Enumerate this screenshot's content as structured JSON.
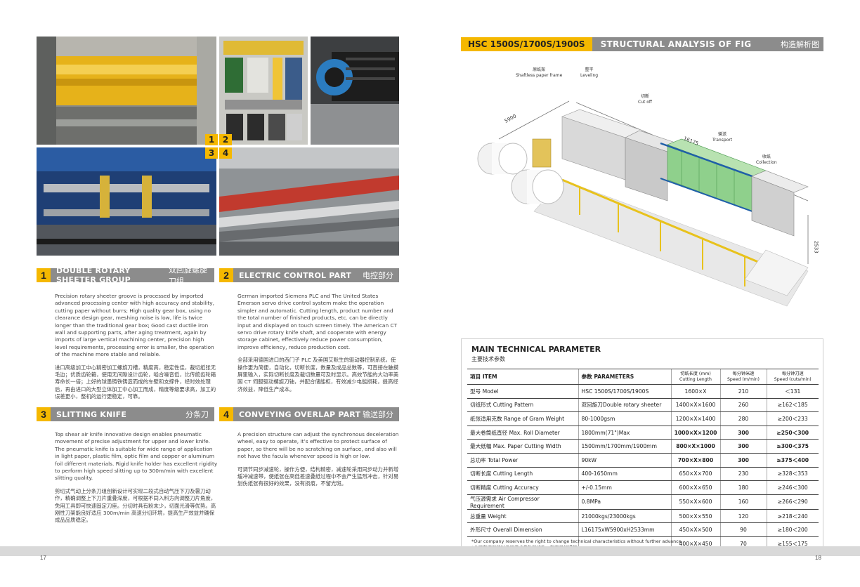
{
  "pages": {
    "left_number": "17",
    "right_number": "18"
  },
  "photos": {
    "badges": [
      "1",
      "2",
      "3",
      "4"
    ]
  },
  "sections": [
    {
      "number": "1",
      "title": "DOUBLE ROTARY SHEETER GROUP",
      "title_cn": "双回旋螺旋刀组",
      "en": "Precision rotary sheeter groove is processed by imported advanced processing center with high accuracy and stability, cutting paper without burrs; High quality gear box, using no clearance design gear, meshing noise is low, life is twice longer than the traditional gear box; Good cast ductile iron wall and supporting parts, after aging treatment, again by imports of large vertical machining center, precision high level requirements, processing error is smaller, the operation of the machine more stable and reliable.",
      "cn": "进口高级加工中心精密加工螺旋刀槽，精度高，稳定性佳，裁切纸张无毛边；优质齿轮箱，使用无间隙设计齿轮，啮合噪音低，比传统齿轮箱寿命长一倍；上好的球墨铸铁铸造而成的车壁和支撑件，经时效处理后，再由进口的大型立体加工中心加工而成，精度等级要求高，加工的误差更小，整机的运行更稳定，可靠。"
    },
    {
      "number": "2",
      "title": "ELECTRIC CONTROL PART",
      "title_cn": "电控部分",
      "en": "German imported Siemens PLC and The United States Emerson servo drive control system make the operation simpler and automatic. Cutting length, product number and the total number of finished products, etc. can be directly input and displayed on touch screen timely. The American CT servo drive rotary knife shaft, and cooperate with energy storage cabinet, effectively reduce power consumption, improve efficiency, reduce production cost.",
      "cn": "全部采用德国进口的西门子 PLC 及美国艾默生的驱动器控制系统，使操作更为简便，自动化，切断长度，数量及成品总数等，可直接在触摸屏里输入，实际切断长度及裁切数量可及时显示。高效节能的大功率美国 CT 伺服驱动螺旋刀轴，并配合储能柜，有效减少电能损耗，提高经济效益，降低生产成本。"
    },
    {
      "number": "3",
      "title": "SLITTING KNIFE",
      "title_cn": "分条刀",
      "en": "Top shear air knife innovative design enables pneumatic movement of precise adjustment for upper and lower knife. The pneumatic knife is suitable for wide range of application in light paper, plastic film, optic film and copper or aluminum foil different materials. Rigid knife holder has excellent rigidity to perform high speed slitting up to 300m/min with excellent slitting quality.",
      "cn": "剪切式气动上分条刀组创新设计可实现二段式自动气压下刀及暑刀动作，精确调整上下刀片重叠深度，可根据不同入料方向调整刀片角度，免用工具即可快速固定刀座。分切时具有粉末少，切面光滑等优势。高刚性刀架能良好适应 300m/min 高速分切环境，提高生产效益并确保成品品质稳定。"
    },
    {
      "number": "4",
      "title": "CONVEYING OVERLAP PART",
      "title_cn": "输送部分",
      "en": "A precision structure can adjust the synchronous deceleration wheel, easy to operate, it’s effective to protect surface of paper, so there will be no scratching on surface, and also will not have the facula whenever speed is high or low.",
      "cn": "可调节同步减速轮，操作方便，结构精密，减速轮采用同步动力并新增缓冲减速带，使纸张在高低差速叠纸过程中不会产生猛烈冲击，针对易划伤纸张有很好的效果，没有损痕，不留光斑。"
    }
  ],
  "structure": {
    "model": "HSC 1500S/1700S/1900S",
    "title": "STRUCTURAL ANALYSIS OF FIG",
    "title_cn": "构造解析图",
    "callouts": [
      {
        "cn": "原纸架",
        "en": "Shaftless paper frame"
      },
      {
        "cn": "整平",
        "en": "Leveling"
      },
      {
        "cn": "切断",
        "en": "Cut off"
      },
      {
        "cn": "输送",
        "en": "Transport"
      },
      {
        "cn": "收纸",
        "en": "Collection"
      }
    ],
    "dimensions": [
      "5900",
      "16175",
      "2533"
    ]
  },
  "parameters": {
    "title": "MAIN TECHNICAL PARAMETER",
    "title_cn": "主要技术参数",
    "headers": {
      "item": "项目  ITEM",
      "params": "参数  PARAMETERS",
      "cut_len_cn": "切纸长度 (mm)",
      "cut_len_en": "Cutting Length",
      "speed_m_cn": "每分钟米速",
      "speed_m_en": "Speed (m/min)",
      "speed_c_cn": "每分钟刀速",
      "speed_c_en": "Speed (cuts/min)"
    },
    "rows": [
      {
        "item": "型号  Model",
        "value": "HSC 1500S/1700S/1900S",
        "len": "1600×X",
        "spd": "210",
        "cuts": "＜131",
        "bold": false
      },
      {
        "item": "切纸形式  Cutting Pattern",
        "value": "双回旋刀Double rotary sheeter",
        "len": "1400×X×1600",
        "spd": "260",
        "cuts": "≥162＜185",
        "bold": false
      },
      {
        "item": "纸张适用克数  Range of Gram Weight",
        "value": "80-1000gsm",
        "len": "1200×X×1400",
        "spd": "280",
        "cuts": "≥200＜233",
        "bold": false
      },
      {
        "item": "最大卷筒纸直径  Max. Roll Diameter",
        "value": "1800mm(71\")Max",
        "len": "1000×X×1200",
        "spd": "300",
        "cuts": "≥250＜300",
        "bold": true
      },
      {
        "item": "最大纸幅  Max. Paper Cutting Width",
        "value": "1500mm/1700mm/1900mm",
        "len": "800×X×1000",
        "spd": "300",
        "cuts": "≥300＜375",
        "bold": true
      },
      {
        "item": "总功率  Total Power",
        "value": "90kW",
        "len": "700×X×800",
        "spd": "300",
        "cuts": "≥375＜400",
        "bold": true
      },
      {
        "item": "切断长度  Cutting Length",
        "value": "400-1650mm",
        "len": "650×X×700",
        "spd": "230",
        "cuts": "≥328＜353",
        "bold": false
      },
      {
        "item": "切断精度  Cutting Accuracy",
        "value": "+/-0.15mm",
        "len": "600×X×650",
        "spd": "180",
        "cuts": "≥246＜300",
        "bold": false
      },
      {
        "item": "气压源需求  Air Compressor Requirement",
        "value": "0.8MPa",
        "len": "550×X×600",
        "spd": "160",
        "cuts": "≥266＜290",
        "bold": false
      },
      {
        "item": "总重量  Weight",
        "value": "21000kgs/23000kgs",
        "len": "500×X×550",
        "spd": "120",
        "cuts": "≥218＜240",
        "bold": false
      },
      {
        "item": "外形尺寸  Overall Dimension",
        "value": "L16175xW5900xH2533mm",
        "len": "450×X×500",
        "spd": "90",
        "cuts": "≥180＜200",
        "bold": false
      },
      {
        "item": "",
        "value": "",
        "len": "400×X×450",
        "spd": "70",
        "cuts": "≥155＜175",
        "bold": false
      }
    ],
    "note_en": "*Our company reserves the right to change technical characteristics without further advance.",
    "note_cn": "*公司有权保留对机器技术参数的修改，恕不另行通知。"
  },
  "colors": {
    "accent": "#f5b800",
    "bar_gray": "#8c8c8c",
    "frame_blue": "#1f5fa8",
    "roller_green": "#7cc47f"
  }
}
